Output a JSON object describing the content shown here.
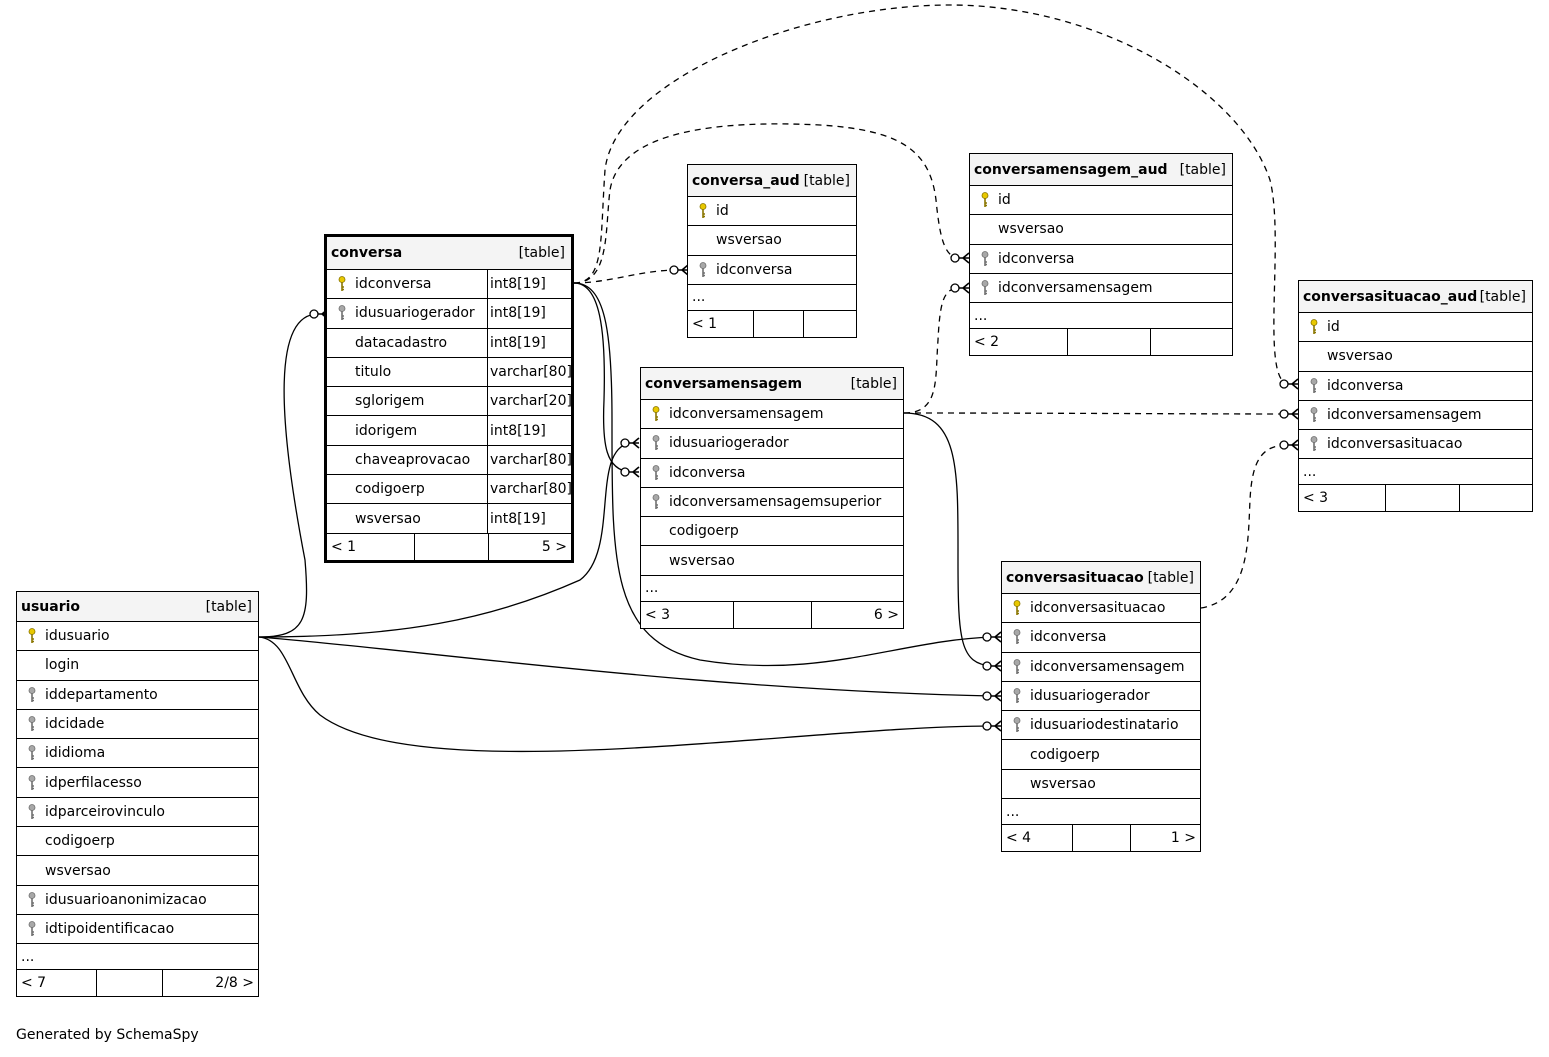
{
  "footer": "Generated by SchemaSpy",
  "tables": {
    "usuario": {
      "name": "usuario",
      "kind": "[table]",
      "columns": [
        {
          "name": "idusuario",
          "key": "pk"
        },
        {
          "name": "login",
          "key": ""
        },
        {
          "name": "iddepartamento",
          "key": "fk"
        },
        {
          "name": "idcidade",
          "key": "fk"
        },
        {
          "name": "ididioma",
          "key": "fk"
        },
        {
          "name": "idperfilacesso",
          "key": "fk"
        },
        {
          "name": "idparceirovinculo",
          "key": "fk"
        },
        {
          "name": "codigoerp",
          "key": ""
        },
        {
          "name": "wsversao",
          "key": ""
        },
        {
          "name": "idusuarioanonimizacao",
          "key": "fk"
        },
        {
          "name": "idtipoidentificacao",
          "key": "fk"
        }
      ],
      "more": "...",
      "foot_left": "< 7",
      "foot_mid": "",
      "foot_right": "2/8 >"
    },
    "conversa": {
      "name": "conversa",
      "kind": "[table]",
      "columns": [
        {
          "name": "idconversa",
          "type": "int8[19]",
          "key": "pk"
        },
        {
          "name": "idusuariogerador",
          "type": "int8[19]",
          "key": "fk"
        },
        {
          "name": "datacadastro",
          "type": "int8[19]",
          "key": ""
        },
        {
          "name": "titulo",
          "type": "varchar[80]",
          "key": ""
        },
        {
          "name": "sglorigem",
          "type": "varchar[20]",
          "key": ""
        },
        {
          "name": "idorigem",
          "type": "int8[19]",
          "key": ""
        },
        {
          "name": "chaveaprovacao",
          "type": "varchar[80]",
          "key": ""
        },
        {
          "name": "codigoerp",
          "type": "varchar[80]",
          "key": ""
        },
        {
          "name": "wsversao",
          "type": "int8[19]",
          "key": ""
        }
      ],
      "foot_left": "< 1",
      "foot_mid": "",
      "foot_right": "5 >"
    },
    "conversa_aud": {
      "name": "conversa_aud",
      "kind": "[table]",
      "columns": [
        {
          "name": "id",
          "key": "pk"
        },
        {
          "name": "wsversao",
          "key": ""
        },
        {
          "name": "idconversa",
          "key": "fk"
        }
      ],
      "more": "...",
      "foot_left": "< 1",
      "foot_mid": "",
      "foot_right": ""
    },
    "conversamensagem": {
      "name": "conversamensagem",
      "kind": "[table]",
      "columns": [
        {
          "name": "idconversamensagem",
          "key": "pk"
        },
        {
          "name": "idusuariogerador",
          "key": "fk"
        },
        {
          "name": "idconversa",
          "key": "fk"
        },
        {
          "name": "idconversamensagemsuperior",
          "key": "fk"
        },
        {
          "name": "codigoerp",
          "key": ""
        },
        {
          "name": "wsversao",
          "key": ""
        }
      ],
      "more": "...",
      "foot_left": "< 3",
      "foot_mid": "",
      "foot_right": "6 >"
    },
    "conversamensagem_aud": {
      "name": "conversamensagem_aud",
      "kind": "[table]",
      "columns": [
        {
          "name": "id",
          "key": "pk"
        },
        {
          "name": "wsversao",
          "key": ""
        },
        {
          "name": "idconversa",
          "key": "fk"
        },
        {
          "name": "idconversamensagem",
          "key": "fk"
        }
      ],
      "more": "...",
      "foot_left": "< 2",
      "foot_mid": "",
      "foot_right": ""
    },
    "conversasituacao": {
      "name": "conversasituacao",
      "kind": "[table]",
      "columns": [
        {
          "name": "idconversasituacao",
          "key": "pk"
        },
        {
          "name": "idconversa",
          "key": "fk"
        },
        {
          "name": "idconversamensagem",
          "key": "fk"
        },
        {
          "name": "idusuariogerador",
          "key": "fk"
        },
        {
          "name": "idusuariodestinatario",
          "key": "fk"
        },
        {
          "name": "codigoerp",
          "key": ""
        },
        {
          "name": "wsversao",
          "key": ""
        }
      ],
      "more": "...",
      "foot_left": "< 4",
      "foot_mid": "",
      "foot_right": "1 >"
    },
    "conversasituacao_aud": {
      "name": "conversasituacao_aud",
      "kind": "[table]",
      "columns": [
        {
          "name": "id",
          "key": "pk"
        },
        {
          "name": "wsversao",
          "key": ""
        },
        {
          "name": "idconversa",
          "key": "fk"
        },
        {
          "name": "idconversamensagem",
          "key": "fk"
        },
        {
          "name": "idconversasituacao",
          "key": "fk"
        }
      ],
      "more": "...",
      "foot_left": "< 3",
      "foot_mid": "",
      "foot_right": ""
    }
  }
}
